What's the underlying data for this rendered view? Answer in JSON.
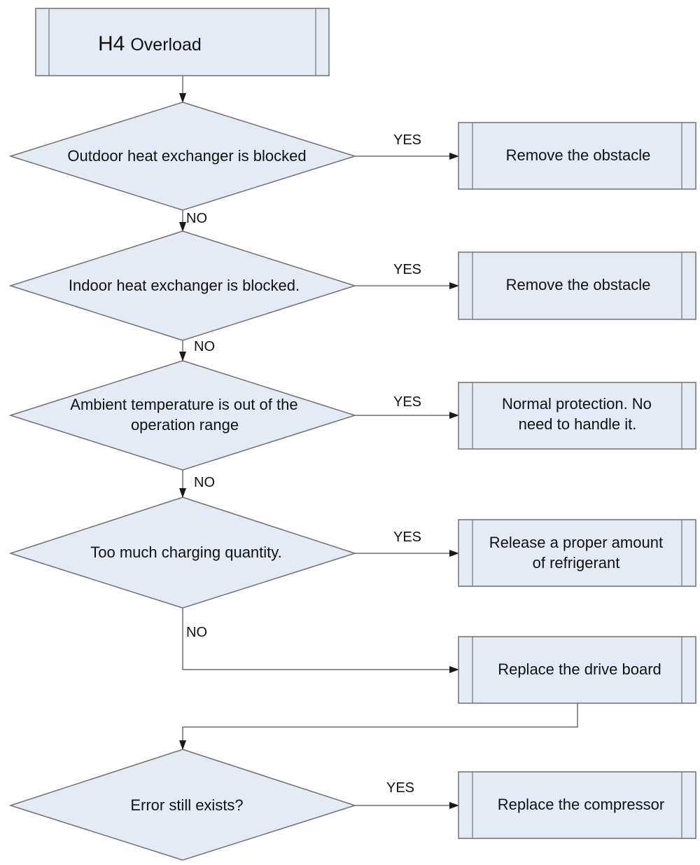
{
  "colors": {
    "fill": "#e4ebf5",
    "stroke": "#707070",
    "line": "#6e6e6e",
    "text": "#111111"
  },
  "title": {
    "code": "H4",
    "text": "Overload"
  },
  "decisions": {
    "d1": {
      "lines": [
        "Outdoor heat exchanger is blocked"
      ]
    },
    "d2": {
      "lines": [
        "Indoor heat exchanger is blocked."
      ]
    },
    "d3": {
      "lines": [
        "Ambient temperature is out of the",
        "operation range"
      ]
    },
    "d4": {
      "lines": [
        "Too much charging quantity."
      ]
    },
    "d5": {
      "lines": [
        "Error still exists?"
      ]
    }
  },
  "actions": {
    "a1": {
      "lines": [
        "Remove the obstacle"
      ]
    },
    "a2": {
      "lines": [
        "Remove the obstacle"
      ]
    },
    "a3": {
      "lines": [
        "Normal protection. No",
        "need to handle it."
      ]
    },
    "a4": {
      "lines": [
        "Release a proper amount",
        "of refrigerant"
      ]
    },
    "a5": {
      "lines": [
        "Replace the drive board"
      ]
    },
    "a6": {
      "lines": [
        "Replace the compressor"
      ]
    }
  },
  "branch_labels": {
    "yes1": "YES",
    "yes2": "YES",
    "yes3": "YES",
    "yes4": "YES",
    "yes5": "YES",
    "no1": "NO",
    "no2": "NO",
    "no3": "NO",
    "no4": "NO"
  }
}
